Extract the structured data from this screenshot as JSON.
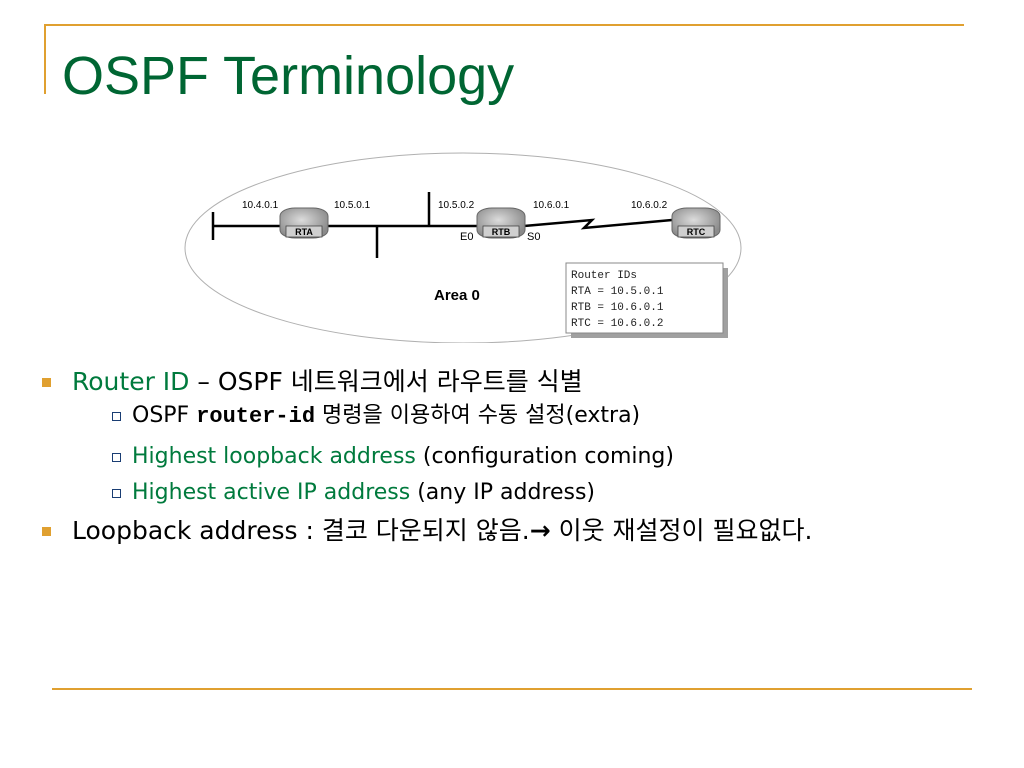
{
  "slide": {
    "title": "OSPF Terminology"
  },
  "diagram": {
    "area_label": "Area 0",
    "routers": [
      {
        "name": "RTA"
      },
      {
        "name": "RTB"
      },
      {
        "name": "RTC"
      }
    ],
    "addresses": [
      "10.4.0.1",
      "10.5.0.1",
      "10.5.0.2",
      "10.6.0.1",
      "10.6.0.2"
    ],
    "interfaces": {
      "e0": "E0",
      "s0": "S0"
    },
    "router_ids_box": {
      "heading": "Router IDs",
      "lines": [
        "RTA = 10.5.0.1",
        "RTB = 10.6.0.1",
        "RTC = 10.6.0.2"
      ]
    }
  },
  "bullets": {
    "router_id": {
      "term": "Router ID",
      "desc": " – OSPF 네트워크에서 라우트를 식별"
    },
    "sub1": {
      "prefix": "OSPF ",
      "command": "router-id",
      "suffix": " 명령을 이용하여 수동 설정(extra)"
    },
    "sub2": {
      "term": "Highest loopback address",
      "suffix": " (configuration coming)"
    },
    "sub3": {
      "term": "Highest active IP address",
      "suffix": " (any IP address)"
    },
    "loopback": {
      "text": "Loopback address : 결코 다운되지 않음.",
      "arrow": "→",
      "rest": " 이웃 재설정이 필요없다."
    }
  },
  "colors": {
    "title": "#006633",
    "accent": "#e0a030",
    "highlight": "#007a3d"
  }
}
